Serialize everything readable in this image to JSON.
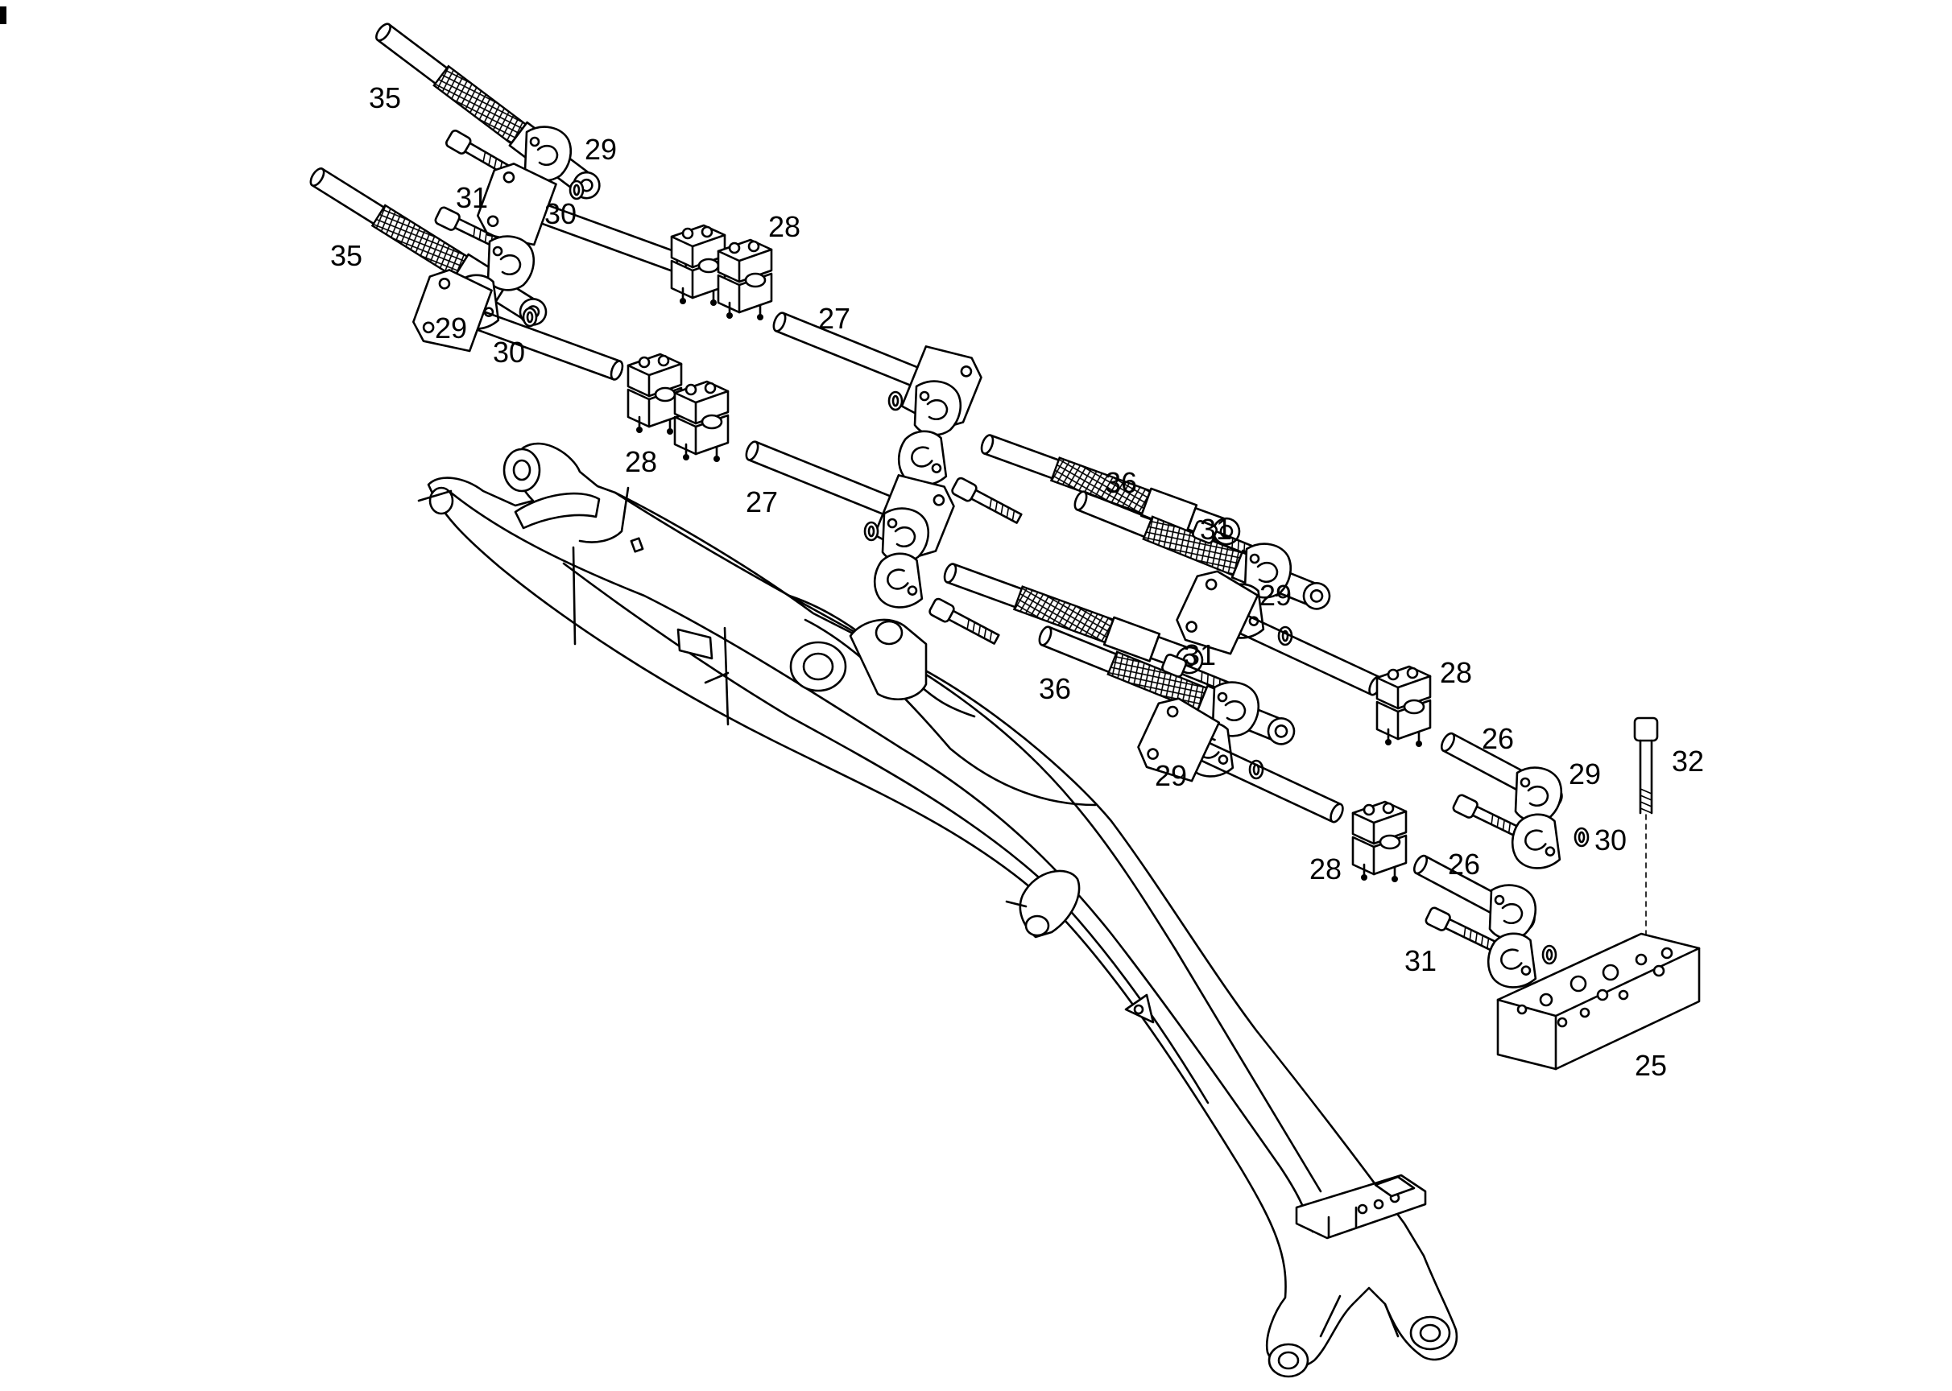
{
  "drawing": {
    "callouts": [
      "35",
      "29",
      "31",
      "30",
      "35",
      "29",
      "30",
      "28",
      "27",
      "28",
      "27",
      "36",
      "31",
      "29",
      "31",
      "36",
      "28",
      "26",
      "29",
      "30",
      "32",
      "29",
      "28",
      "26",
      "31",
      "25"
    ]
  }
}
